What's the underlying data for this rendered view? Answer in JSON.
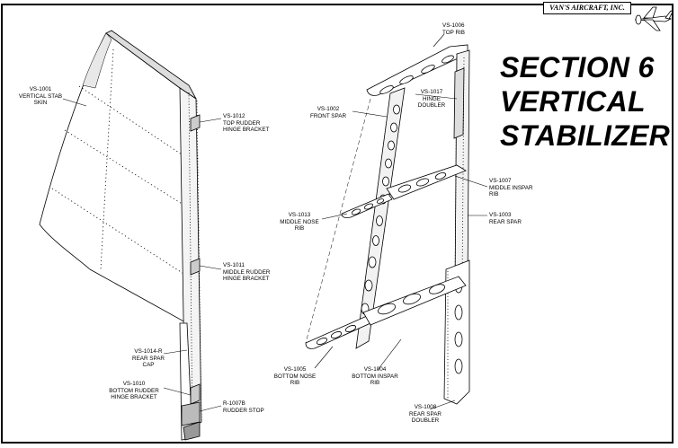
{
  "header": {
    "logo_text": "VAN'S AIRCRAFT, INC.",
    "section": "SECTION 6",
    "title_line1": "VERTICAL",
    "title_line2": "STABILIZER"
  },
  "callouts": {
    "vs1001": "VS-1001\nVERTICAL STAB\nSKIN",
    "vs1012": "VS-1012\nTOP RUDDER\nHINGE BRACKET",
    "vs1011": "VS-1011\nMIDDLE RUDDER\nHINGE BRACKET",
    "vs1014r": "VS-1014-R\nREAR SPAR CAP",
    "vs1010": "VS-1010\nBOTTOM RUDDER\nHINGE BRACKET",
    "r1007b": "R-1007B\nRUDDER STOP",
    "vs1006": "VS-1006\nTOP RIB",
    "vs1002": "VS-1002\nFRONT SPAR",
    "vs1017": "VS-1017\nHINGE\nDOUBLER",
    "vs1007": "VS-1007\nMIDDLE INSPAR\nRIB",
    "vs1013": "VS-1013\nMIDDLE NOSE\nRIB",
    "vs1003": "VS-1003\nREAR SPAR",
    "vs1005": "VS-1005\nBOTTOM NOSE\nRIB",
    "vs1004": "VS-1004\nBOTTOM INSPAR\nRIB",
    "vs1008": "VS-1008\nREAR SPAR\nDOUBLER"
  }
}
